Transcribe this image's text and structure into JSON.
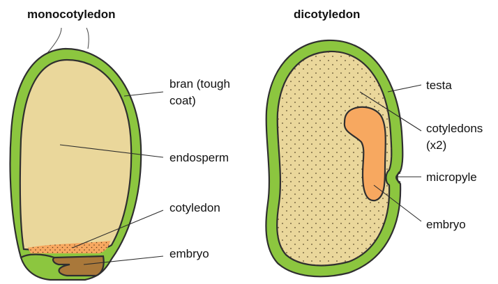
{
  "panels": {
    "monocot": {
      "title": "monocotyledon",
      "labels": {
        "bran_line1": "bran (tough",
        "bran_line2": "coat)",
        "endosperm": "endosperm",
        "cotyledon": "cotyledon",
        "embryo": "embryo"
      }
    },
    "dicot": {
      "title": "dicotyledon",
      "labels": {
        "testa": "testa",
        "cotyledons_line1": "cotyledons",
        "cotyledons_line2": "(x2)",
        "micropyle": "micropyle",
        "embryo": "embryo"
      }
    }
  },
  "colors": {
    "coat_green": "#8cc63f",
    "endosperm_tan": "#ead79b",
    "cotyledon_orange": "#f7a860",
    "embryo_brown": "#a9783a",
    "outline": "#2f2f2f"
  }
}
